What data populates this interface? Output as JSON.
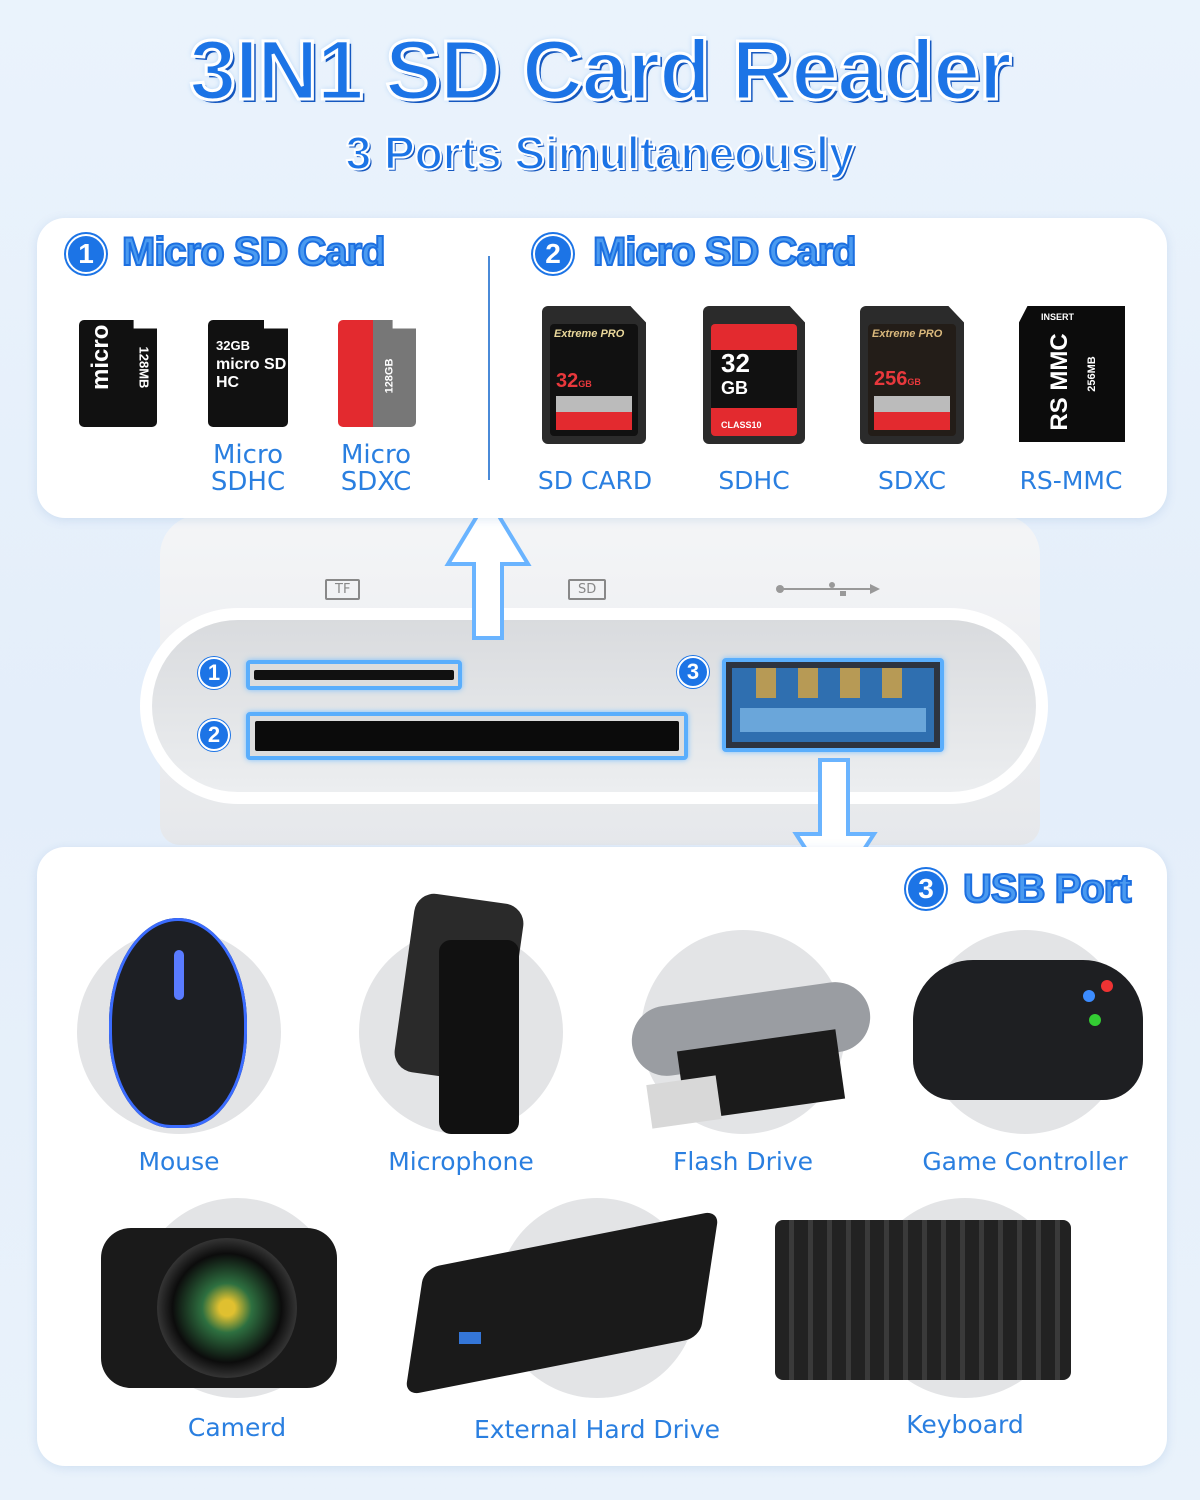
{
  "title": "3IN1 SD Card Reader",
  "subtitle": "3 Ports Simultaneously",
  "colors": {
    "accent": "#1c74e6",
    "label": "#2a7fe0",
    "background": "#e8f2fb"
  },
  "section1": {
    "number": "1",
    "title": "Micro SD Card",
    "cards": [
      {
        "label": "",
        "marking": "128MB"
      },
      {
        "label_line1": "Micro",
        "label_line2": "SDHC",
        "marking": "32GB"
      },
      {
        "label_line1": "Micro",
        "label_line2": "SDXC",
        "marking": "128GB"
      }
    ]
  },
  "section2": {
    "number": "2",
    "title": "Micro SD Card",
    "cards": [
      {
        "label": "SD CARD",
        "brand": "Extreme PRO",
        "capacity": "32",
        "unit": "GB"
      },
      {
        "label": "SDHC",
        "capacity": "32",
        "unit": "GB",
        "class": "CLASS10"
      },
      {
        "label": "SDXC",
        "brand": "Extreme PRO",
        "capacity": "256",
        "unit": "GB"
      },
      {
        "label": "RS-MMC",
        "marking": "RS MMC",
        "insert": "INSERT",
        "size": "256MB"
      }
    ]
  },
  "device": {
    "port_labels": [
      "TF",
      "SD"
    ],
    "usb_icon": "usb-icon",
    "slot_numbers": [
      "1",
      "2",
      "3"
    ]
  },
  "section3": {
    "number": "3",
    "title": "USB Port",
    "devices": [
      {
        "label": "Mouse"
      },
      {
        "label": "Microphone"
      },
      {
        "label": "Flash Drive"
      },
      {
        "label": "Game Controller"
      },
      {
        "label": "Camerd"
      },
      {
        "label": "External Hard Drive"
      },
      {
        "label": "Keyboard"
      }
    ]
  }
}
